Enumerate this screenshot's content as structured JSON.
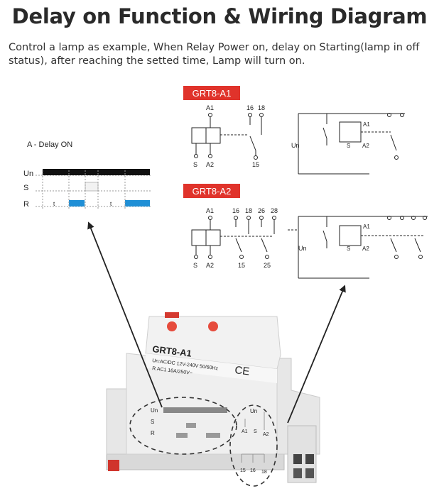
{
  "title": "Delay on Function & Wiring Diagram",
  "description": "Control a lamp as example, When Relay Power on, delay on Starting(lamp in off status), after reaching the setted time, Lamp will turn on.",
  "timing": {
    "heading": "A - Delay ON",
    "rows": [
      "Un",
      "S",
      "R"
    ],
    "t_label": "t"
  },
  "models": [
    {
      "name": "GRT8-A1",
      "terminals_top": [
        "A1",
        "16",
        "18"
      ],
      "terminals_bottom": [
        "S",
        "A2",
        "15"
      ]
    },
    {
      "name": "GRT8-A2",
      "terminals_top": [
        "A1",
        "16",
        "18",
        "26",
        "28"
      ],
      "terminals_bottom": [
        "S",
        "A2",
        "15",
        "25"
      ]
    }
  ],
  "wiring": {
    "supply": "Un",
    "coil_top": "A1",
    "coil_s": "S",
    "coil_a2": "A2"
  },
  "device": {
    "model": "GRT8-A1",
    "rating_1": "Un:AC/DC 12V-240V 50/60Hz",
    "rating_2": "R    AC1 16A/250V~",
    "ce_mark": "CE",
    "panel_un": "Un",
    "panel_s": "S",
    "panel_r": "R",
    "side_un": "Un",
    "side_a1": "A1",
    "side_s": "S",
    "side_a2": "A2",
    "bottom_terms": [
      "15",
      "16",
      "18"
    ]
  },
  "colors": {
    "accent": "#e0332b",
    "pulse": "#1f8fd6",
    "bar": "#111111"
  }
}
